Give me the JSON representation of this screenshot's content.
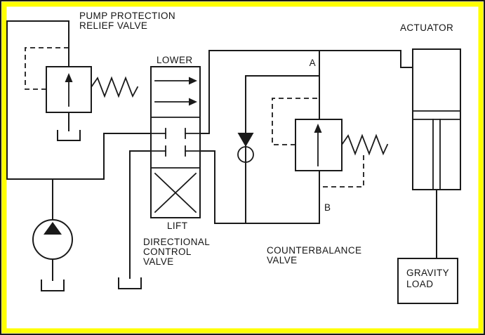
{
  "diagram": {
    "title_context": "hydraulic counterbalance valve circuit",
    "colors": {
      "border": "#ffff00",
      "outer_edge": "#1a1a1a",
      "line": "#1a1a1a",
      "background": "#ffffff",
      "text": "#141414"
    },
    "labels": {
      "pump_relief": {
        "line1": "PUMP PROTECTION",
        "line2": "RELIEF VALVE"
      },
      "lower": "LOWER",
      "lift": "LIFT",
      "dcv": {
        "line1": "DIRECTIONAL",
        "line2": "CONTROL",
        "line3": "VALVE"
      },
      "counterbalance": {
        "line1": "COUNTERBALANCE",
        "line2": "VALVE"
      },
      "actuator": "ACTUATOR",
      "port_a": "A",
      "port_b": "B",
      "gravity_load": {
        "line1": "GRAVITY",
        "line2": "LOAD"
      }
    }
  }
}
